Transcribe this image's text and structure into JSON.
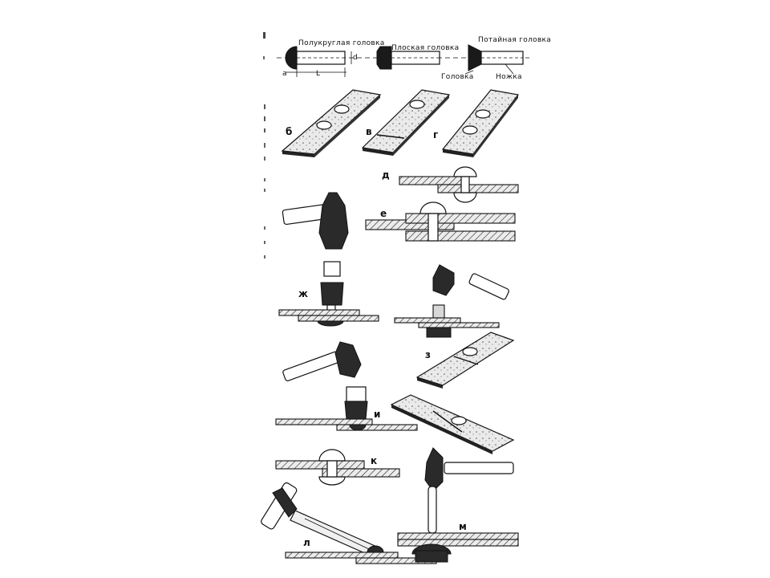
{
  "rivets": {
    "semicircular_label": "Полукруглая головка",
    "flat_label": "Плоская головка",
    "countersunk_label": "Потайная головка",
    "head_label": "Головка",
    "shank_label": "Ножка",
    "dim_a": "а",
    "dim_l": "L",
    "dim_d": "d"
  },
  "figure_letters": {
    "b": "б",
    "v": "в",
    "g": "г",
    "d": "д",
    "e": "е",
    "zh": "ж",
    "z": "з",
    "i": "и",
    "k": "к",
    "l": "л",
    "m": "м"
  },
  "colors": {
    "ink": "#111111",
    "paper": "#ffffff"
  }
}
